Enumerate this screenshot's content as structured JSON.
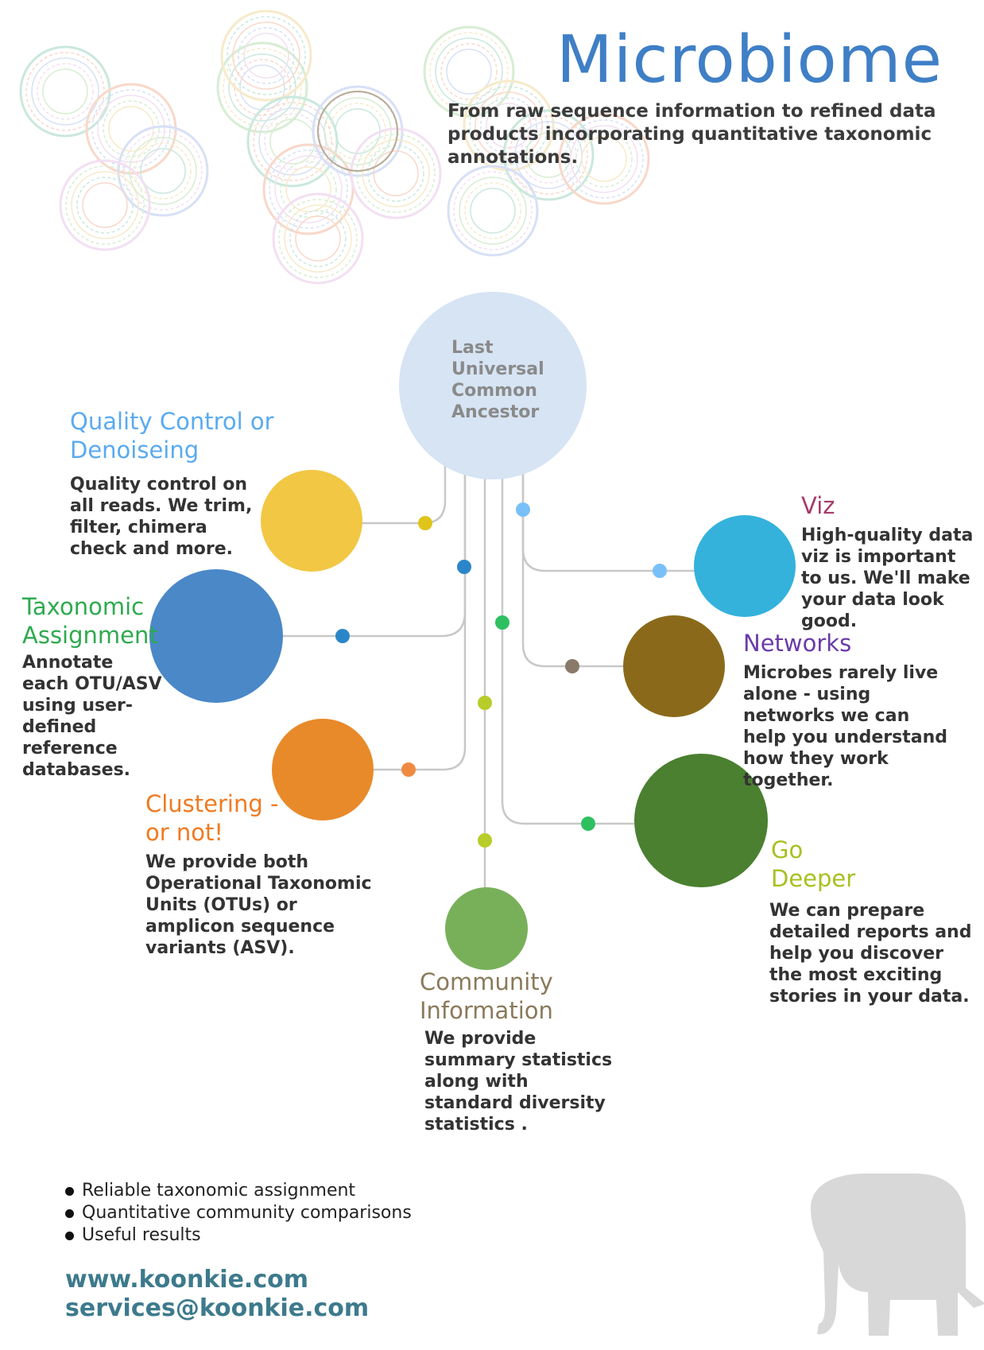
{
  "header": {
    "title": "Microbiome",
    "subtitle": "From raw sequence information to refined data products incorporating quantitative taxonomic annotations."
  },
  "root": {
    "label": "Last Universal Common Ancestor"
  },
  "nodes": [
    {
      "id": "quality",
      "title": "Quality Control or Denoiseing",
      "desc": "Quality control on all reads. We trim, filter, chimera check and more.",
      "color": "#f2c744",
      "dot_color": "#e0c41a",
      "title_color": "#5aaaf0"
    },
    {
      "id": "taxonomic",
      "title": "Taxonomic Assignment",
      "desc": "Annotate each OTU/ASV using user-defined reference databases.",
      "color": "#4a88c8",
      "dot_color": "#2a86c8",
      "title_color": "#2eaa4e"
    },
    {
      "id": "clustering",
      "title": "Clustering - or not!",
      "desc": "We provide both Operational Taxonomic Units (OTUs) or amplicon sequence variants (ASV).",
      "color": "#e88a2a",
      "dot_color": "#f08a40",
      "title_color": "#f07a20"
    },
    {
      "id": "community",
      "title": "Community Information",
      "desc": "We provide summary statistics along with standard diversity statistics .",
      "color": "#78b05a",
      "dot_color": "#b8cc2a",
      "title_color": "#8a7a5a"
    },
    {
      "id": "viz",
      "title": "Viz",
      "desc": "High-quality data viz is important to us. We'll make your data look good.",
      "color": "#34b2dc",
      "dot_color": "#7ac0f8",
      "title_color": "#a83a6a"
    },
    {
      "id": "networks",
      "title": "Networks",
      "desc": "Microbes rarely live alone - using networks we can help you understand how they work together.",
      "color": "#8a6a1a",
      "dot_color": "#8a7a6a",
      "title_color": "#6a3aa8"
    },
    {
      "id": "deeper",
      "title": "Go Deeper",
      "desc": "We can prepare detailed reports and help you discover the most exciting stories in your data.",
      "color": "#4a8030",
      "dot_color": "#2ec060",
      "title_color": "#a8c020"
    }
  ],
  "bullets": [
    "Reliable taxonomic assignment",
    "Quantitative community comparisons",
    "Useful results"
  ],
  "contact": {
    "website": "www.koonkie.com",
    "email": "services@koonkie.com"
  }
}
